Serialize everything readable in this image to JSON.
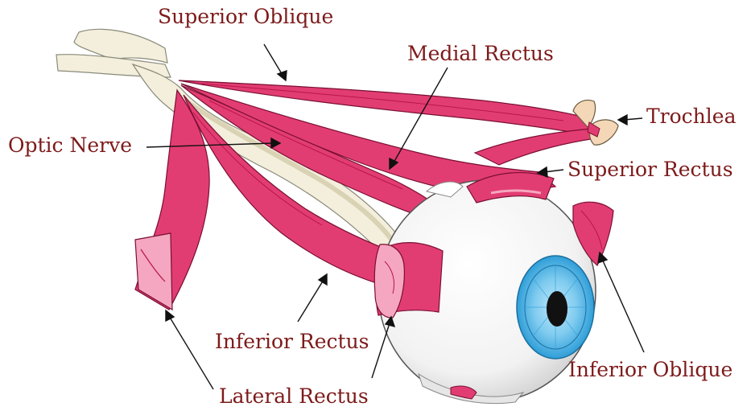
{
  "colors": {
    "label_text": "#7d1a1a",
    "muscle": "#e23d73",
    "muscle_dark": "#b8154c",
    "muscle_light": "#f5a6c0",
    "nerve": "#f3efdc",
    "nerve_shadow": "#d9d2b4",
    "eyeball": "#f7f7f7",
    "iris_outer": "#2f9ed8",
    "iris_inner": "#8fd2f2",
    "pupil": "#111111",
    "trochlea": "#f3d7b6",
    "leader": "#111111"
  },
  "labels": {
    "superior_oblique": "Superior Oblique",
    "medial_rectus": "Medial Rectus",
    "trochlea": "Trochlea",
    "optic_nerve": "Optic Nerve",
    "superior_rectus": "Superior Rectus",
    "inferior_rectus": "Inferior Rectus",
    "inferior_oblique": "Inferior Oblique",
    "lateral_rectus": "Lateral Rectus"
  }
}
